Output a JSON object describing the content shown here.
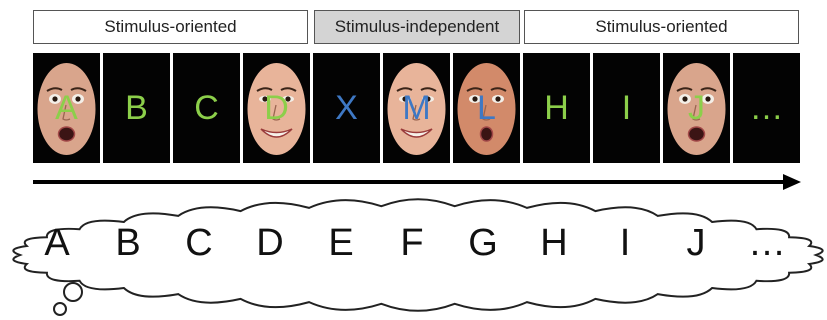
{
  "phases": [
    {
      "label": "Stimulus-oriented",
      "type": "oriented"
    },
    {
      "label": "Stimulus-independent",
      "type": "independent"
    },
    {
      "label": "Stimulus-oriented",
      "type": "oriented"
    }
  ],
  "tiles": [
    {
      "letter": "A",
      "has_face": true,
      "face": "fearful",
      "color": "#8ccf4a"
    },
    {
      "letter": "B",
      "has_face": false,
      "color": "#8ccf4a"
    },
    {
      "letter": "C",
      "has_face": false,
      "color": "#8ccf4a"
    },
    {
      "letter": "D",
      "has_face": true,
      "face": "happy",
      "color": "#8ccf4a"
    },
    {
      "letter": "X",
      "has_face": false,
      "color": "#3e78c4"
    },
    {
      "letter": "M",
      "has_face": true,
      "face": "happy",
      "color": "#3e78c4"
    },
    {
      "letter": "L",
      "has_face": true,
      "face": "surprised",
      "color": "#3e78c4"
    },
    {
      "letter": "H",
      "has_face": false,
      "color": "#8ccf4a"
    },
    {
      "letter": "I",
      "has_face": false,
      "color": "#8ccf4a"
    },
    {
      "letter": "J",
      "has_face": true,
      "face": "fearful",
      "color": "#8ccf4a"
    },
    {
      "letter": "…",
      "has_face": false,
      "color": "#8ccf4a"
    }
  ],
  "thought_letters": [
    "A",
    "B",
    "C",
    "D",
    "E",
    "F",
    "G",
    "H",
    "I",
    "J",
    "…"
  ],
  "colors": {
    "oriented_letter": "#8ccf4a",
    "independent_letter": "#3e78c4",
    "tile_background": "#030303",
    "independent_phase_fill": "#d4d4d4"
  }
}
